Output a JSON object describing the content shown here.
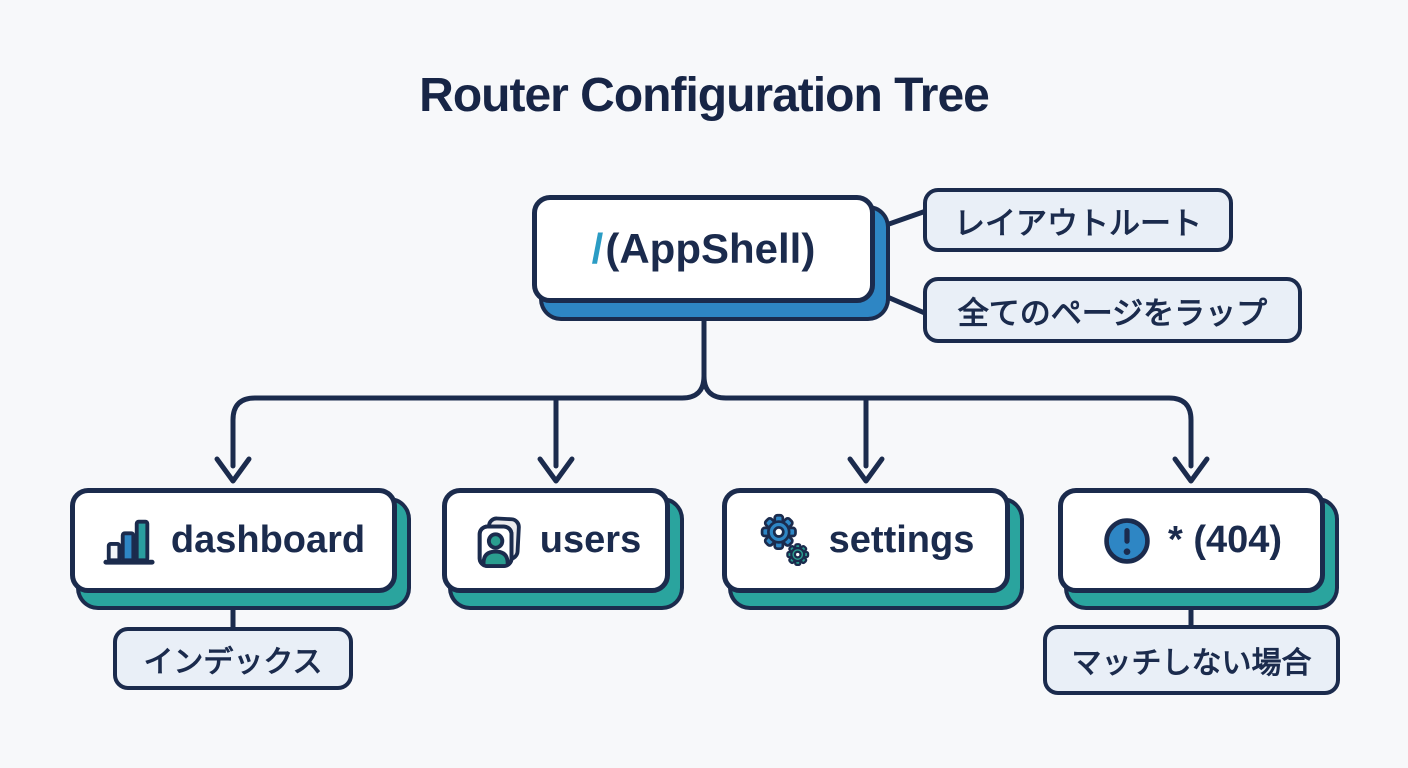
{
  "title": "Router Configuration Tree",
  "colors": {
    "navy": "#1b2b4d",
    "slash_cyan": "#2b9cc4",
    "blue": "#2e86c4",
    "teal": "#2a9d8f",
    "root_shadow": "#2e86c4",
    "child_shadow": "#2aa49e",
    "callout_bg": "#e9eff7",
    "background": "#f7f8fa"
  },
  "root": {
    "slash": "/",
    "name": "(AppShell)",
    "annotations": [
      {
        "text": "レイアウトルート"
      },
      {
        "text": "全てのページをラップ"
      }
    ]
  },
  "children": [
    {
      "label": "dashboard",
      "icon": "bar-chart-icon",
      "note": "インデックス"
    },
    {
      "label": "users",
      "icon": "users-icon"
    },
    {
      "label": "settings",
      "icon": "gears-icon"
    },
    {
      "label": "* (404)",
      "icon": "alert-icon",
      "note": "マッチしない場合"
    }
  ]
}
